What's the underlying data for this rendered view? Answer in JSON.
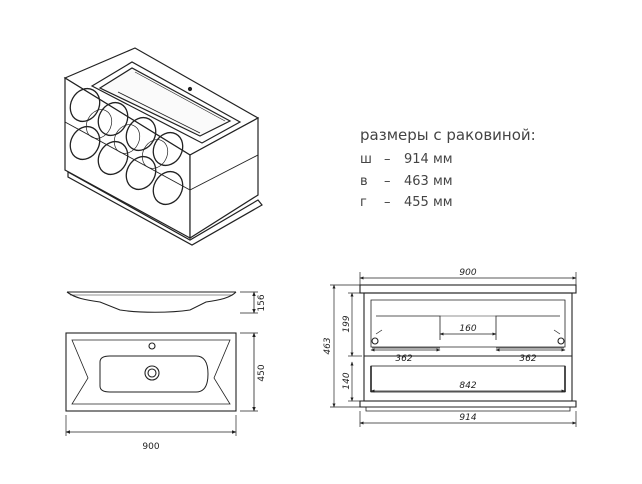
{
  "specs": {
    "title": "размеры с раковиной:",
    "rows": [
      {
        "key": "ш",
        "dash": "–",
        "value": "914 мм"
      },
      {
        "key": "в",
        "dash": "–",
        "value": "463 мм"
      },
      {
        "key": "г",
        "dash": "–",
        "value": "455 мм"
      }
    ]
  },
  "basin_views": {
    "side_height": "156",
    "top_depth": "450",
    "top_width": "900"
  },
  "front_view": {
    "top_width": "900",
    "total_height": "463",
    "upper_height": "199",
    "lower_height": "140",
    "drawer_gap": "160",
    "left_drawer": "362",
    "right_drawer": "362",
    "lower_drawer": "842",
    "bottom_width": "914"
  }
}
